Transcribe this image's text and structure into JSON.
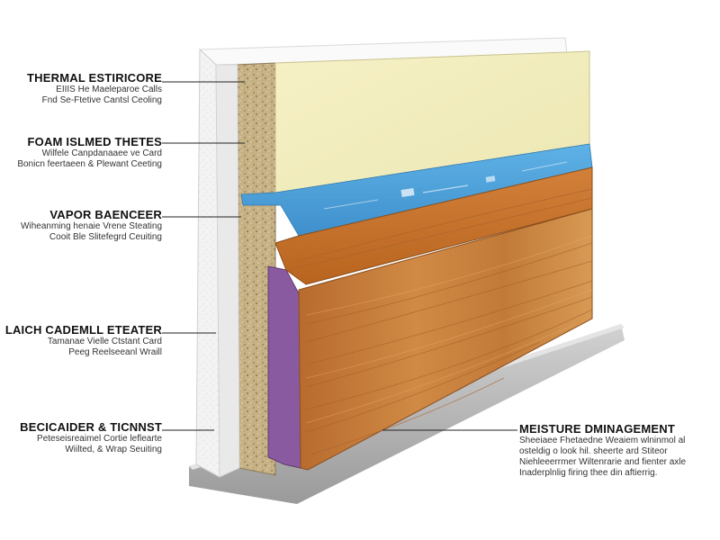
{
  "callouts": [
    {
      "id": "thermal",
      "title": "THERMAL ESTIRICORE",
      "desc": [
        "EIIIS He Maeleparoe Calls",
        "Fnd Se-Ftetive Cantsl Ceoling"
      ]
    },
    {
      "id": "foam",
      "title": "FOAM ISLMED THETES",
      "desc": [
        "Wilfele Canpdanaaee ve Card",
        "Bonicn feertaeen & Plewant Ceeting"
      ]
    },
    {
      "id": "vapor",
      "title": "VAPOR BAENCEER",
      "desc": [
        "Wiheanming henaie Vrene Steating",
        "Cooit Ble Slitefegrd Ceuiting"
      ]
    },
    {
      "id": "laich",
      "title": "LAICH CADEMLL ETEATER",
      "desc": [
        "Tamanae Vielle Ctstant Card",
        "Peeg Reelseeanl Wraill"
      ]
    },
    {
      "id": "becicaider",
      "title": "BECICAIDER & TICNNST",
      "desc": [
        "Peteseisreaimel Cortie leflearte",
        "Wiilted, & Wrap Seuiting"
      ]
    },
    {
      "id": "moisture",
      "title": "MEISTURE DMINAGEMENT",
      "desc": [
        "Sheeiaee Fhetaedne Weaiem wlninmol al",
        "osteldig o look hil. sheerte ard Stiteor",
        "Niehleeerrmer Wiltenrarie and fienter axle",
        "Inaderplnlig firing thee din aftierrig."
      ]
    }
  ],
  "colors": {
    "insulation_board": "#f0eebe",
    "vapor_barrier": "#4a9fd8",
    "wood_siding": "#c97a3a",
    "purple_trim": "#8a5aa0",
    "gravel_core": "#c9b58a",
    "foam_panel": "#f2f2f2",
    "base_slab": "#bdbdbd"
  }
}
